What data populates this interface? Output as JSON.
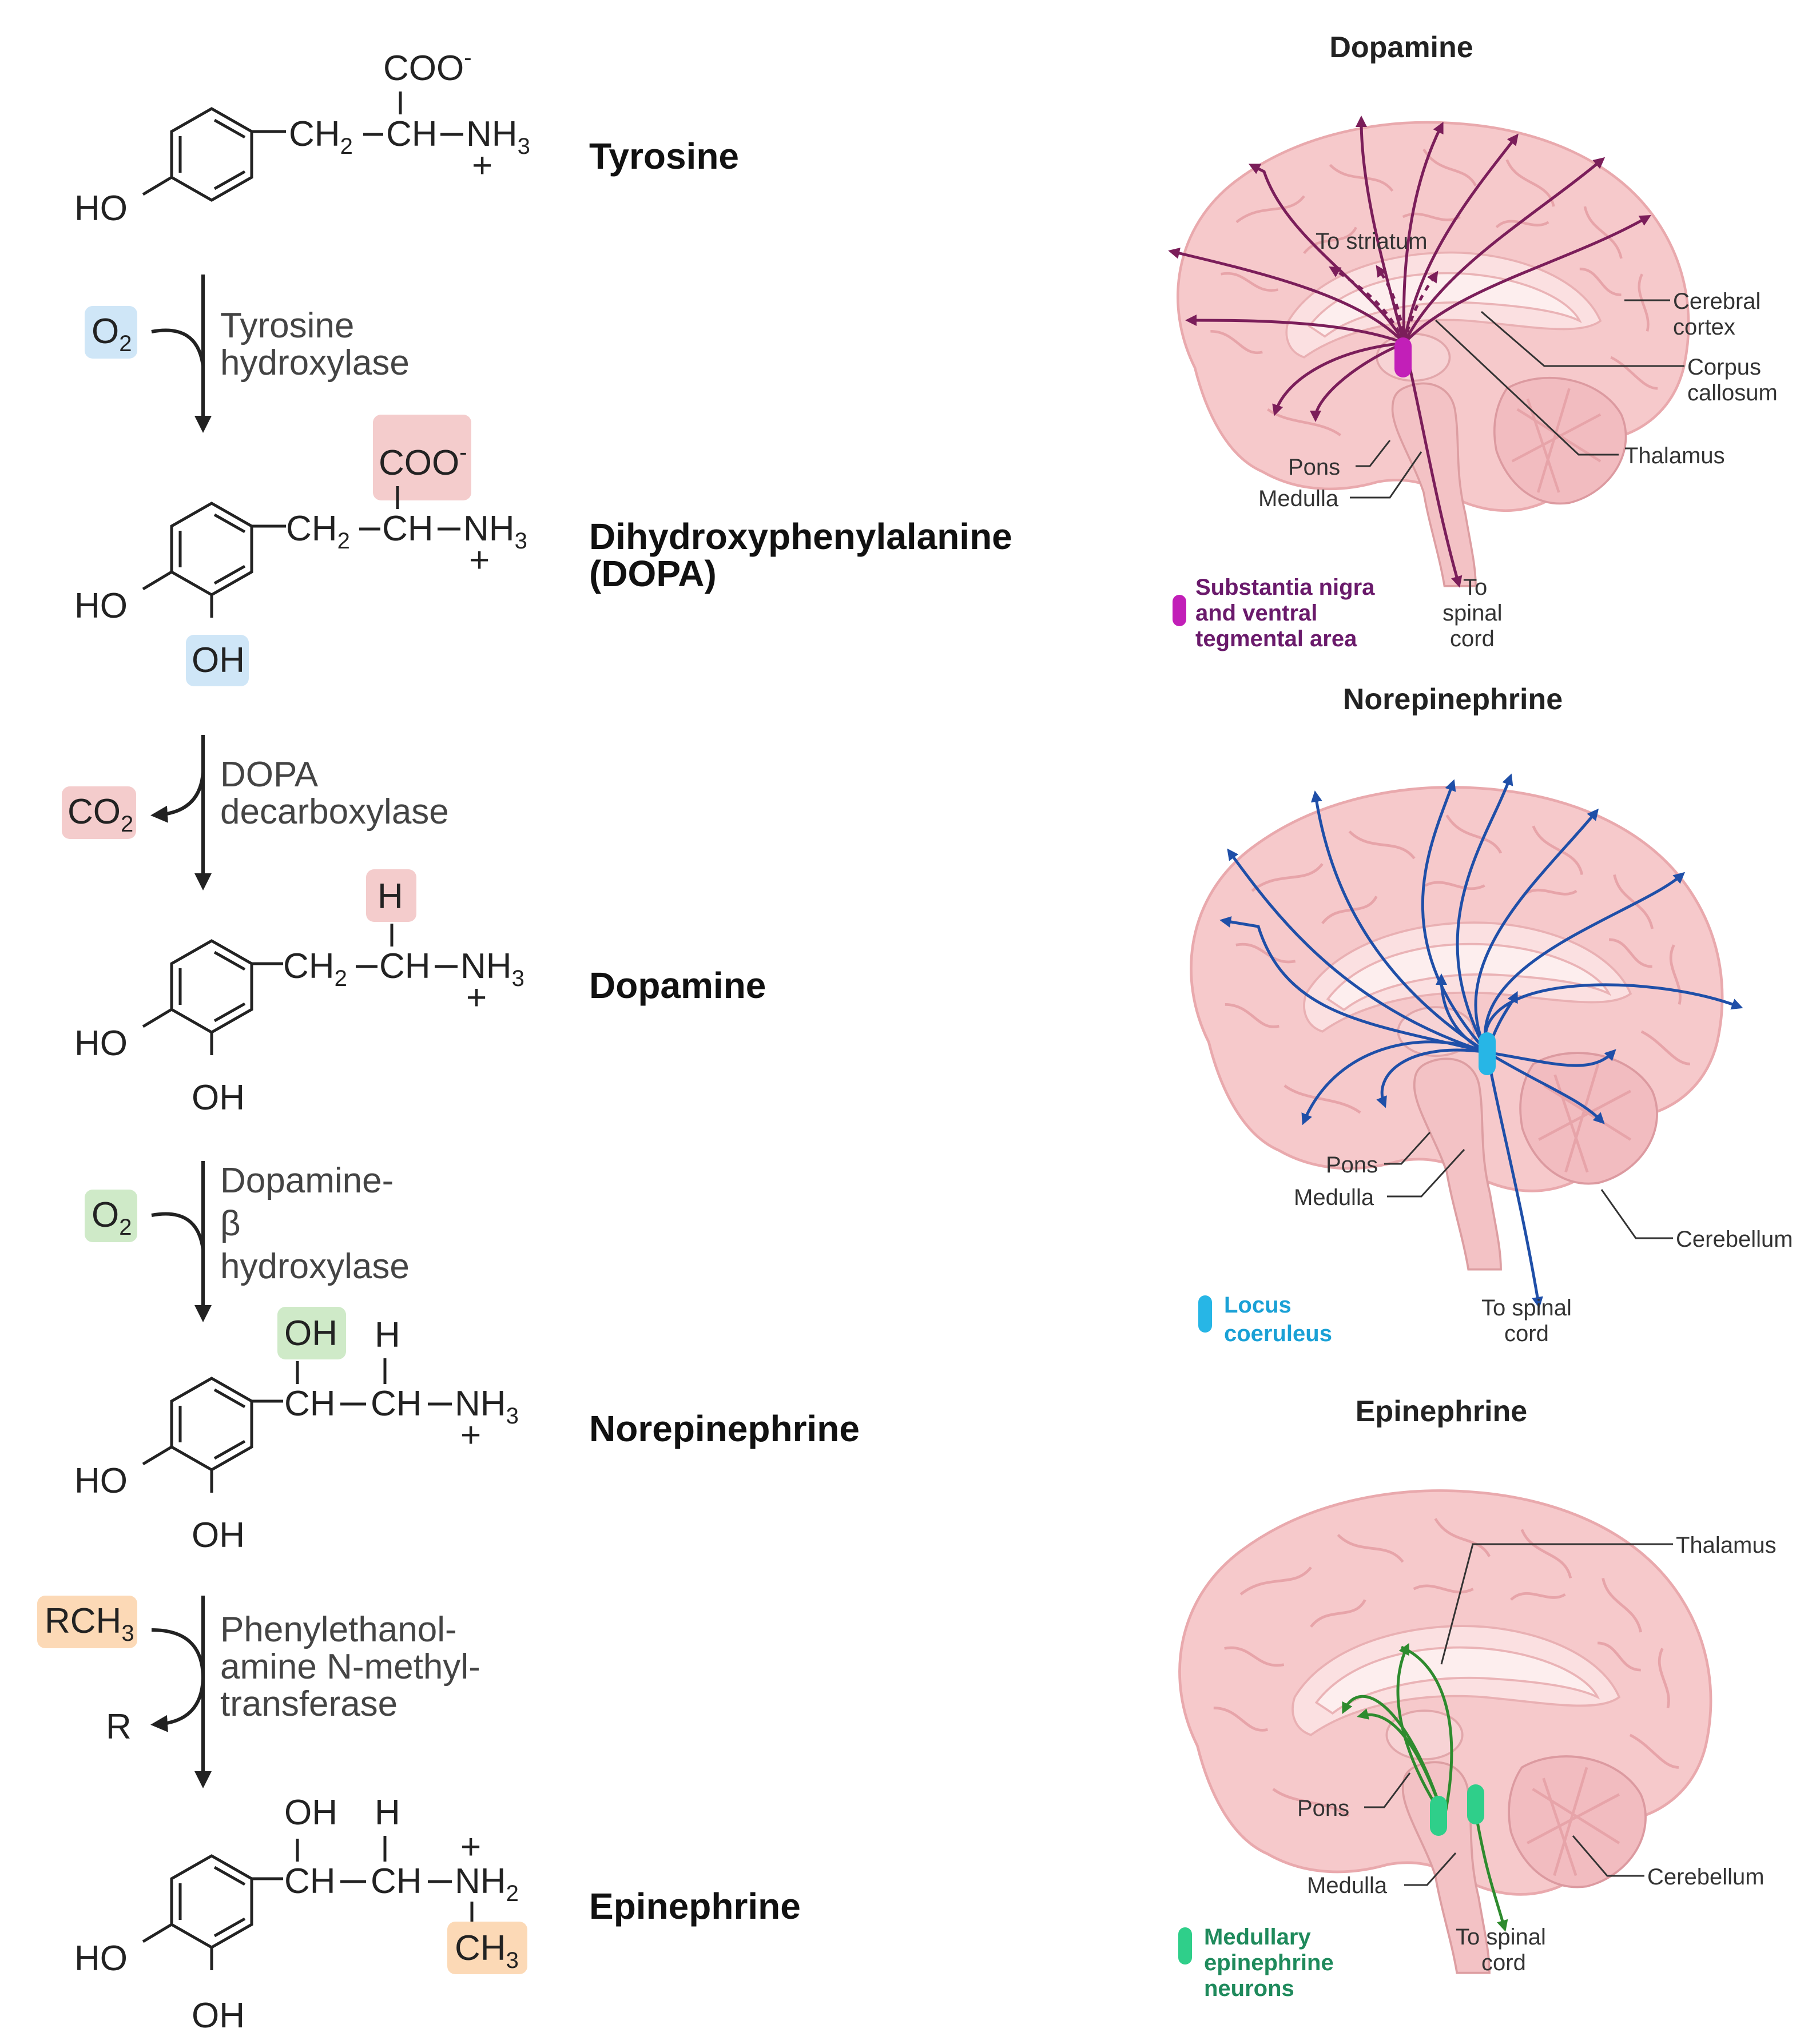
{
  "pathway": {
    "compounds": [
      {
        "name": "Tyrosine"
      },
      {
        "name": "Dihydroxyphenylalanine",
        "name2": "(DOPA)"
      },
      {
        "name": "Dopamine"
      },
      {
        "name": "Norepinephrine"
      },
      {
        "name": "Epinephrine"
      }
    ],
    "steps": [
      {
        "enzyme_lines": [
          "Tyrosine",
          "hydroxylase"
        ],
        "in": "O2",
        "in_color": "#cfe6f7"
      },
      {
        "enzyme_lines": [
          "DOPA",
          "decarboxylase"
        ],
        "out": "CO2",
        "out_color": "#f4cccc"
      },
      {
        "enzyme_lines": [
          "Dopamine-",
          "β",
          "hydroxylase"
        ],
        "in": "O2",
        "in_color": "#cfeac8"
      },
      {
        "enzyme_lines": [
          "Phenylethanol-",
          "amine N-methyl-",
          "transferase"
        ],
        "in": "RCH3",
        "out": "R",
        "in_color": "#fcd9b6"
      }
    ],
    "atoms": {
      "ho": "HO",
      "oh": "OH",
      "h": "H",
      "ch": "CH",
      "ch2": "CH",
      "nh": "NH",
      "coo": "COO",
      "plus": "+",
      "minus": "-",
      "sub2": "2",
      "sub3": "3",
      "ch3": "CH"
    },
    "highlight_colors": {
      "blue": "#cfe6f7",
      "red": "#f4cccc",
      "green": "#cfeac8",
      "orange": "#fcd9b6"
    }
  },
  "panels": {
    "dopamine": {
      "title": "Dopamine",
      "accent": "#7b1e5a",
      "nucleus_color": "#c21fb8",
      "labels": {
        "striatum": "To striatum",
        "cortex1": "Cerebral",
        "cortex2": "cortex",
        "corpus1": "Corpus",
        "corpus2": "callosum",
        "thalamus": "Thalamus",
        "pons": "Pons",
        "medulla": "Medulla",
        "spinal1": "To",
        "spinal2": "spinal",
        "spinal3": "cord"
      },
      "legend": [
        "Substantia nigra",
        "and ventral",
        "tegmental area"
      ],
      "legend_color": "#6a1a6b"
    },
    "norepinephrine": {
      "title": "Norepinephrine",
      "accent": "#1f4fa8",
      "nucleus_color": "#27b6e6",
      "labels": {
        "pons": "Pons",
        "medulla": "Medulla",
        "cerebellum": "Cerebellum",
        "spinal1": "To spinal",
        "spinal2": "cord"
      },
      "legend": [
        "Locus",
        "coeruleus"
      ],
      "legend_color": "#1aa1d6"
    },
    "epinephrine": {
      "title": "Epinephrine",
      "accent": "#2e8b2e",
      "nucleus_color": "#2fcf8a",
      "labels": {
        "thalamus": "Thalamus",
        "pons": "Pons",
        "medulla": "Medulla",
        "cerebellum": "Cerebellum",
        "spinal1": "To spinal",
        "spinal2": "cord"
      },
      "legend": [
        "Medullary",
        "epinephrine",
        "neurons"
      ],
      "legend_color": "#1f8a5c"
    }
  }
}
